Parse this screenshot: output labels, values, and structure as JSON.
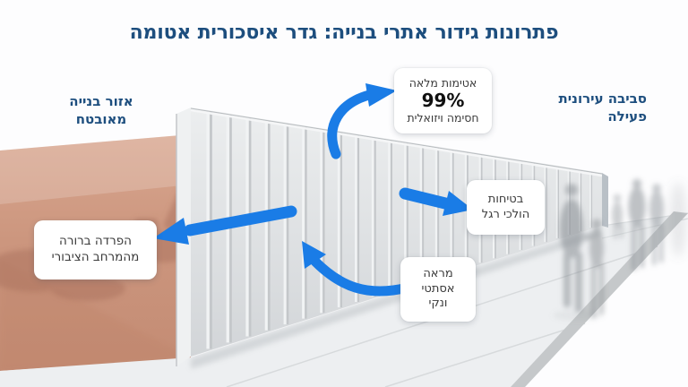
{
  "title": "פתרונות גידור אתרי בנייה: גדר איסכורית אטומה",
  "zone_labels": {
    "construction": {
      "line1": "אזור בנייה",
      "line2": "מאובטח"
    },
    "urban": {
      "line1": "סביבה עירונית",
      "line2": "פעילה"
    }
  },
  "callouts": {
    "full_opacity": {
      "line1": "אטימות מלאה",
      "value": "99%",
      "line2": "חסימה ויזואלית"
    },
    "pedestrian_safety": {
      "line1": "בטיחות",
      "line2": "הולכי רגל"
    },
    "clear_separation": {
      "line1": "הפרדה ברורה",
      "line2": "מהמרחב הציבורי"
    },
    "clean_look": {
      "line1": "מראה",
      "line2": "אסתטי",
      "line3": "ונקי"
    }
  },
  "colors": {
    "title_text": "#1d4e7e",
    "arrow_blue": "#1a7ce6",
    "callout_bg": "#ffffff",
    "callout_text": "#3a3a3a",
    "construction_zone": "#c9937e",
    "fence_gray": "#dcdee0",
    "pavement_gray": "#edeff1"
  }
}
